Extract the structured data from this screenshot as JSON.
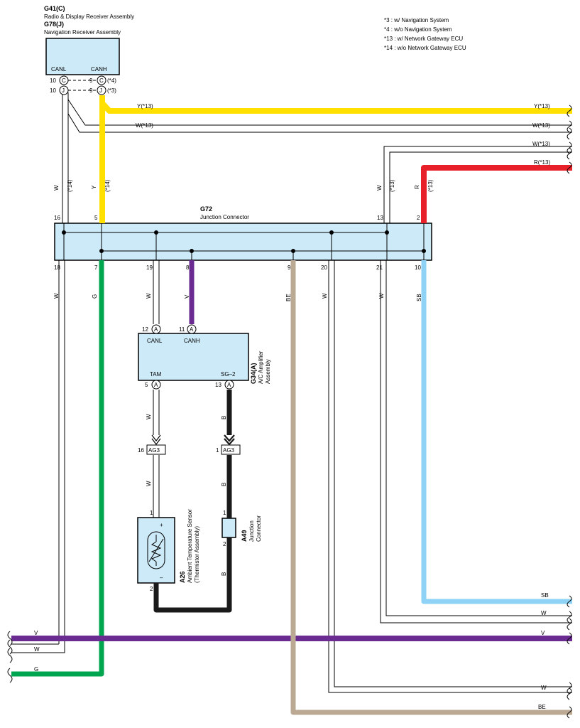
{
  "components": {
    "g41": {
      "id": "G41(C)",
      "name": "Radio & Display Receiver Assembly"
    },
    "g78": {
      "id": "G78(J)",
      "name": "Navigation Receiver Assembly"
    },
    "g72": {
      "id": "G72",
      "name": "Junction Connector"
    },
    "g34": {
      "id": "G34(A)",
      "name": "A/C Amplifier",
      "name2": "Assembly"
    },
    "a26": {
      "id": "A26",
      "name": "Ambient Temperature Sensor",
      "name2": "(Thermistor Assembly)"
    },
    "a49": {
      "id": "A49",
      "name": "Junction",
      "name2": "Connector"
    }
  },
  "notes": [
    "*3 : w/ Navigation System",
    "*4 : w/o Navigation System",
    "*13 : w/ Network Gateway ECU",
    "*14 : w/o Network Gateway ECU"
  ],
  "pins": {
    "canl": "CANL",
    "canh": "CANH",
    "tam": "TAM",
    "sg2": "SG–2",
    "plus": "+",
    "minus": "–",
    "n10": "10",
    "n9": "9",
    "n16": "16",
    "n5": "5",
    "n13": "13",
    "n2": "2",
    "n18": "18",
    "n7": "7",
    "n19": "19",
    "n8": "8",
    "n20": "20",
    "n21": "21",
    "n12": "12",
    "n11": "11",
    "n1": "1",
    "C": "C",
    "J": "J",
    "A": "A",
    "ag3": "AG3",
    "star4": "(*4)",
    "star3": "(*3)"
  },
  "wire_labels": {
    "y13": "Y(*13)",
    "w13": "W(*13)",
    "r13": "R(*13)",
    "W": "W",
    "Y": "Y",
    "R": "R",
    "G": "G",
    "V": "V",
    "B": "B",
    "BE": "BE",
    "SB": "SB",
    "s14": "(*14)",
    "s13": "(*13)"
  },
  "colors": {
    "yellow": "#FFE000",
    "red": "#E8202A",
    "green": "#00A550",
    "violet": "#6A2C91",
    "beige": "#BBA994",
    "skyblue": "#8ED3F5",
    "black": "#1A1A1A",
    "box_fill": "#CDEAF8"
  }
}
